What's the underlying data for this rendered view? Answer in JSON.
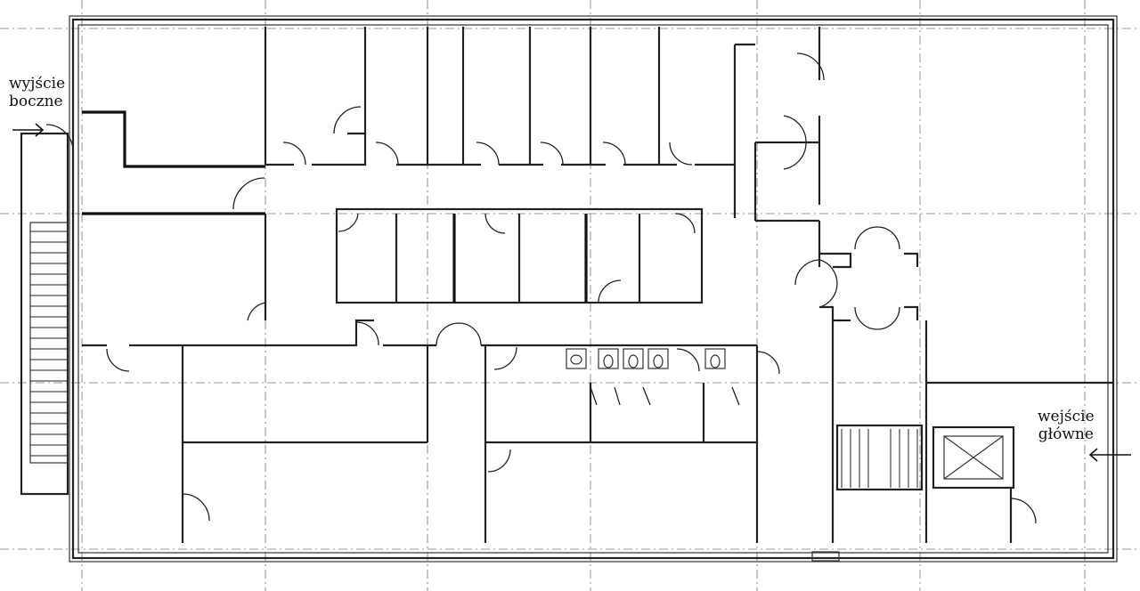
{
  "labels": {
    "side_exit_line1": "wyjście",
    "side_exit_line2": "boczne",
    "main_entrance_line1": "wejście",
    "main_entrance_line2": "główne"
  }
}
